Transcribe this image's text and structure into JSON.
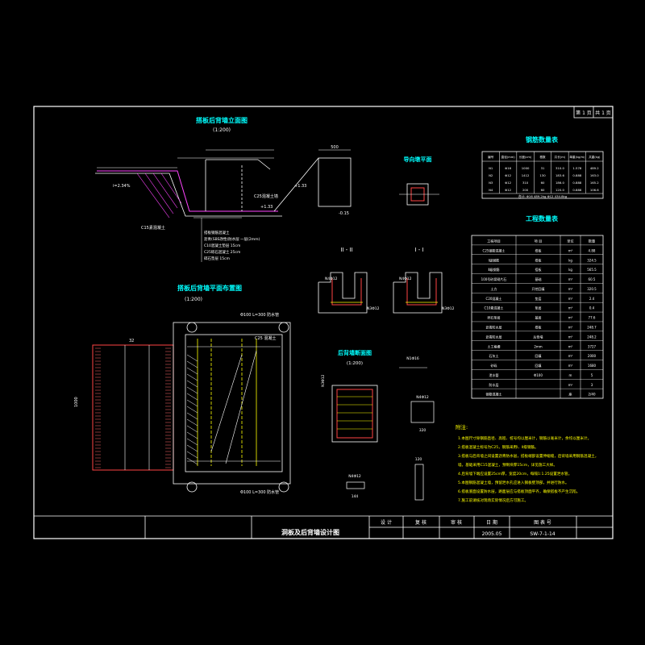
{
  "sheet": {
    "page_label": "第 1 页",
    "total_label": "共 1 页",
    "drawing_title": "洞板及后背墙设计图",
    "date": "2005.05",
    "drawing_number": "SW-7-1-14",
    "col_design": "设 计",
    "col_review": "复 核",
    "col_audit": "审 核",
    "col_date": "日 期",
    "col_number": "图 表 号"
  },
  "views": {
    "elevation_title": "搭板后背墙立面图",
    "elevation_scale": "(1:200)",
    "plan_title": "搭板后背墙平面布置图",
    "plan_scale": "(1:200)",
    "section_2": "II - II",
    "section_1": "I - I",
    "detail_title": "后背墙断面图",
    "detail_scale": "(1:200)",
    "corner_title": "导向墩平面"
  },
  "labels": {
    "slope": "i=2.34%",
    "elev_right": "+1.33",
    "elev_left": "+1.33",
    "elev_r2": "-0.15",
    "note_c25": "C25混凝土墙",
    "note_c15": "C15素混凝土",
    "plan_top": "Φ100 L=300 防水管",
    "plan_bottom": "Φ100 L=300 防水管",
    "plan_c25": "C25 混凝土",
    "rebar_n4012": "N4Φ12",
    "rebar_n3012": "N3Φ12",
    "rebar_n1016": "N1Φ16",
    "dim_32": "32",
    "dim_1000": "1000",
    "dim_500": "500",
    "dim_120": "120",
    "dim_144": "144",
    "dim_320": "320"
  },
  "elevation_layers": [
    "搭板钢筋混凝土",
    "沥青(SBS改性)防水层 一层(2mm)",
    "C10混凝土垫层 15cm",
    "C25砾石混凝土 25cm",
    "碎石垫层 15cm"
  ],
  "rebar_table": {
    "title": "钢筋数量表",
    "headers": [
      "编号",
      "直径(mm)",
      "长度(cm)",
      "根数",
      "共长(m)",
      "单重(kg/m)",
      "共重(kg)"
    ],
    "rows": [
      [
        "N1",
        "Φ16",
        "1000",
        "31",
        "310.0",
        "1.578",
        "489.2"
      ],
      [
        "N2",
        "Φ12",
        "1412",
        "130",
        "183.6",
        "0.888",
        "163.0"
      ],
      [
        "N3",
        "Φ12",
        "310",
        "60",
        "186.0",
        "0.888",
        "165.2"
      ],
      [
        "N4",
        "Φ12",
        "200",
        "60",
        "120.0",
        "0.888",
        "106.6"
      ]
    ],
    "total": "合计: Φ16 489.2kg  Φ12 434.8kg"
  },
  "quantity_table": {
    "title": "工程数量表",
    "headers": [
      "工程项目",
      "项 目",
      "单位",
      "数量"
    ],
    "rows": [
      [
        "C25钢筋混凝土",
        "搭板",
        "m³",
        "4.88"
      ],
      [
        "Ⅰ级钢筋",
        "搭板",
        "kg",
        "324.5"
      ],
      [
        "Ⅱ级钢筋",
        "搭板",
        "kg",
        "565.5"
      ],
      [
        "100号砂浆砌片石",
        "基础",
        "m³",
        "60.5"
      ],
      [
        "土方",
        "开挖回填",
        "m³",
        "320.5"
      ],
      [
        "C20混凝土",
        "垫层",
        "m³",
        "2.4"
      ],
      [
        "C10素混凝土",
        "垫层",
        "m³",
        "0.4"
      ],
      [
        "碎石垫层",
        "基层",
        "m³",
        "77.6"
      ],
      [
        "沥青防水层",
        "搭板",
        "m²",
        "248.7"
      ],
      [
        "沥青防水层",
        "后背墙",
        "m²",
        "248.2"
      ],
      [
        "土工格栅",
        "2mm",
        "m²",
        "3727"
      ],
      [
        "石灰土",
        "回填",
        "m³",
        "2000"
      ],
      [
        "砂砾",
        "回填",
        "m³",
        "1680"
      ],
      [
        "泄水管",
        "Φ100",
        "m",
        "5"
      ],
      [
        "防水层",
        "",
        "m²",
        "3"
      ],
      [
        "钢筋混凝土",
        "",
        "座",
        "2/40"
      ]
    ]
  },
  "notes": {
    "heading": "附注:",
    "items": [
      "1.本图尺寸除钢筋直径、高程、桩号均以厘米计，钢筋以毫米计，余均以厘米计。",
      "2.搭板混凝土标号为C25，钢筋采用Ⅰ、Ⅱ级钢筋。",
      "3.搭板与后背墙之间设置沥青防水层，搭板端部设置伸缩缝，后背墙采用钢筋混凝土，",
      "  墙，基础采用C15混凝土，预制块厚15cm，详见施工大样。",
      "4.后背墙下端应设置25cm厚，宽度20cm，每隔1:1.25设置泄水管。",
      "5.本图钢筋混凝土墙，预留泄水孔应进入钢板壁顶部，并进行防水。",
      "6.搭板底面设置防水层，路面层应与搭板顶面平齐，确保搭板不产生沉陷。",
      "7.施工前请核对现场实际情况后方可施工。"
    ]
  }
}
